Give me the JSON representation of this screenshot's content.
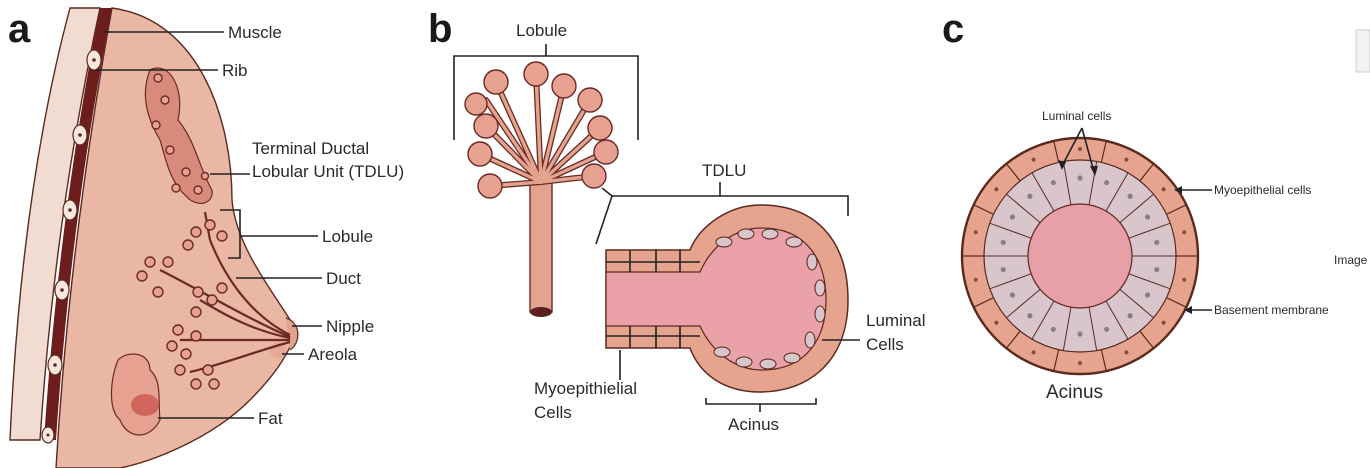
{
  "panels": {
    "a": {
      "letter": "a",
      "labels": {
        "muscle": "Muscle",
        "rib": "Rib",
        "tdlu_line1": "Terminal Ductal",
        "tdlu_line2": "Lobular Unit (TDLU)",
        "lobule": "Lobule",
        "duct": "Duct",
        "nipple": "Nipple",
        "areola": "Areola",
        "fat": "Fat"
      }
    },
    "b": {
      "letter": "b",
      "labels": {
        "lobule": "Lobule",
        "tdlu": "TDLU",
        "luminal_line1": "Luminal",
        "luminal_line2": "Cells",
        "myo_line1": "Myoepithielial",
        "myo_line2": "Cells",
        "acinus": "Acinus"
      }
    },
    "c": {
      "letter": "c",
      "labels": {
        "luminal_cells": "Luminal cells",
        "myoepithelial_cells": "Myoepithelial cells",
        "basement_membrane": "Basement membrane",
        "acinus": "Acinus"
      }
    }
  },
  "edge_text": "Image",
  "colors": {
    "tissue": "#e9b7a3",
    "outline": "#5a2a1e",
    "muscle_band": "#6e1d1d",
    "lumen": "#e7a0a8",
    "luminal_cell": "#d9c6cc",
    "myoepithelial_cell": "#e8a78b"
  }
}
